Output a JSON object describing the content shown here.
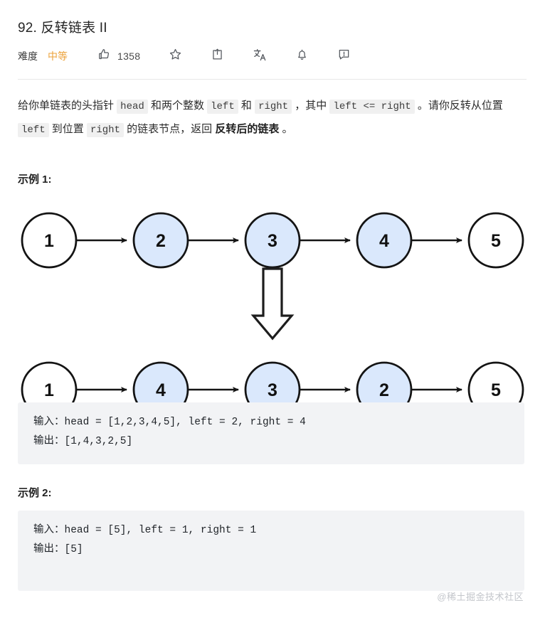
{
  "header": {
    "title": "92. 反转链表 II",
    "difficulty_label": "难度",
    "difficulty_value": "中等",
    "difficulty_color": "#eca23a",
    "actions": [
      {
        "icon": "thumbs-up-icon",
        "count": "1358"
      },
      {
        "icon": "star-icon",
        "count": ""
      },
      {
        "icon": "share-icon",
        "count": ""
      },
      {
        "icon": "translate-icon",
        "count": ""
      },
      {
        "icon": "bell-icon",
        "count": ""
      },
      {
        "icon": "report-icon",
        "count": ""
      }
    ]
  },
  "description": {
    "t1": "给你单链表的头指针 ",
    "c1": "head",
    "t2": " 和两个整数 ",
    "c2": "left",
    "t3": " 和 ",
    "c3": "right",
    "t4": " ，其中 ",
    "c4": "left <= right",
    "t5": " 。请你反转从位置 ",
    "c5": "left",
    "t6": " 到位置 ",
    "c6": "right",
    "t7": " 的链表节点，返回 ",
    "bold": "反转后的链表",
    "t8": " 。"
  },
  "examples": [
    {
      "heading": "示例 1:",
      "input_line": "输入：head = [1,2,3,4,5], left = 2, right = 4",
      "output_line": "输出：[1,4,3,2,5]"
    },
    {
      "heading": "示例 2:",
      "input_line": "输入：head = [5], left = 1, right = 1",
      "output_line": "输出：[5]"
    }
  ],
  "diagram": {
    "node_fill_highlight": "#dae8fc",
    "node_fill_plain": "#ffffff",
    "node_stroke": "#141414",
    "arrow_color": "#141414",
    "before": {
      "nodes": [
        {
          "value": "1",
          "highlight": false
        },
        {
          "value": "2",
          "highlight": true
        },
        {
          "value": "3",
          "highlight": true
        },
        {
          "value": "4",
          "highlight": true
        },
        {
          "value": "5",
          "highlight": false
        }
      ]
    },
    "after": {
      "nodes": [
        {
          "value": "1",
          "highlight": false
        },
        {
          "value": "4",
          "highlight": true
        },
        {
          "value": "3",
          "highlight": true
        },
        {
          "value": "2",
          "highlight": true
        },
        {
          "value": "5",
          "highlight": false
        }
      ]
    },
    "transform_arrow": "down-block-arrow"
  },
  "watermark": "@稀土掘金技术社区"
}
